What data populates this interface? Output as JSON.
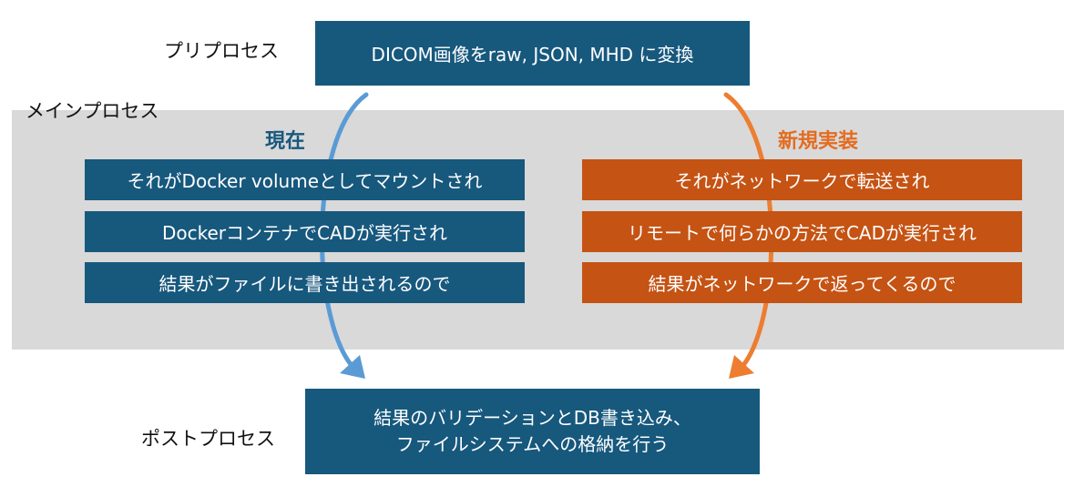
{
  "pre": {
    "label": "プリプロセス",
    "box_text": "DICOM画像をraw, JSON, MHD に変換"
  },
  "main": {
    "label": "メインプロセス",
    "current": {
      "title": "現在",
      "steps": [
        "それがDocker volumeとしてマウントされ",
        "DockerコンテナでCADが実行され",
        "結果がファイルに書き出されるので"
      ]
    },
    "new": {
      "title": "新規実装",
      "steps": [
        "それがネットワークで転送され",
        "リモートで何らかの方法でCADが実行され",
        "結果がネットワークで返ってくるので"
      ]
    }
  },
  "post": {
    "label": "ポストプロセス",
    "box_line1": "結果のバリデーションとDB書き込み、",
    "box_line2": "ファイルシステムへの格納を行う"
  },
  "colors": {
    "box_blue": "#17587d",
    "box_orange": "#c55313",
    "arrow_blue": "#5b9bd5",
    "arrow_orange": "#ed7d31",
    "band_gray": "#d9d9d9"
  }
}
